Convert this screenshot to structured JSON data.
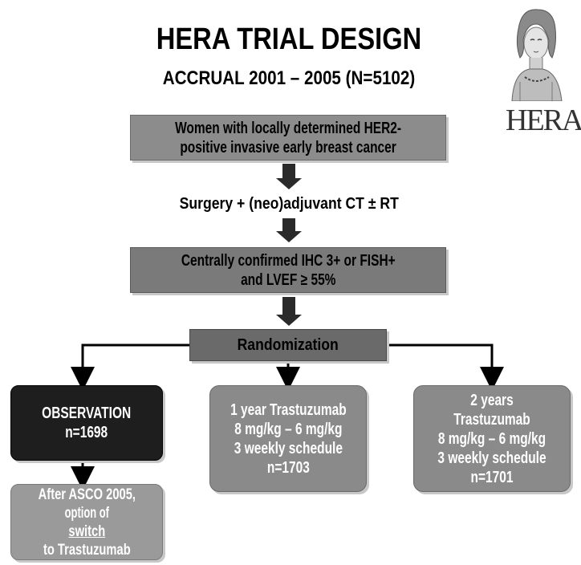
{
  "header": {
    "title": "HERA TRIAL DESIGN",
    "subtitle": "ACCRUAL 2001 – 2005  (N=5102)"
  },
  "logo": {
    "text": "HERA",
    "icon": "goddess-head-icon"
  },
  "flow": {
    "eligibility": [
      "Women with locally determined HER2-",
      "positive invasive early breast cancer"
    ],
    "treatment": "Surgery + (neo)adjuvant CT ± RT",
    "confirmation": [
      "Centrally confirmed IHC 3+ or FISH+",
      "and LVEF ≥ 55%"
    ],
    "randomization": "Randomization"
  },
  "arms": {
    "observation": {
      "label": "OBSERVATION",
      "n": "n=1698"
    },
    "one_year": {
      "line1": "1 year Trastuzumab",
      "line2": "8 mg/kg – 6 mg/kg",
      "line3": "3 weekly schedule",
      "n": "n=1703"
    },
    "two_years": {
      "line1": "2 years Trastuzumab",
      "line2": "8 mg/kg – 6 mg/kg",
      "line3": "3 weekly schedule",
      "n": "n=1701"
    }
  },
  "switch_note": {
    "line1": "After ASCO 2005,",
    "line2_pre": "option of ",
    "line2_link": "switch",
    "line3": "to Trastuzumab"
  },
  "colors": {
    "observation_fill": "#1e1e1e",
    "arm_fill": "#8a8a8a",
    "box_fill": "#8c8c8c"
  }
}
